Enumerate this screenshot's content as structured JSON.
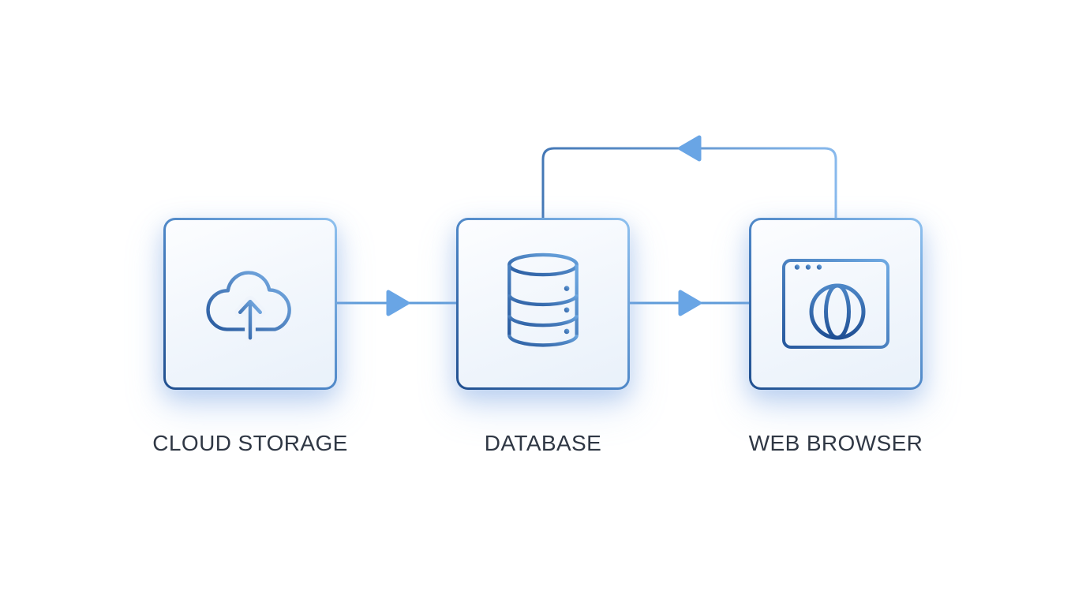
{
  "diagram": {
    "type": "flowchart",
    "background": "#ffffff",
    "nodes": [
      {
        "id": "cloud-storage",
        "label": "CLOUD STORAGE",
        "icon": "cloud-upload-icon"
      },
      {
        "id": "database",
        "label": "DATABASE",
        "icon": "database-icon"
      },
      {
        "id": "web-browser",
        "label": "WEB BROWSER",
        "icon": "browser-globe-icon"
      }
    ],
    "edges": [
      {
        "from": "cloud-storage",
        "to": "database",
        "style": "solid-line-right-arrow"
      },
      {
        "from": "database",
        "to": "web-browser",
        "style": "solid-line-right-arrow"
      },
      {
        "from": "web-browser",
        "to": "database",
        "style": "top-return-loop-left-arrow"
      }
    ],
    "colors": {
      "node_border_dark": "#1f4e8e",
      "node_border_light": "#8fc1ef",
      "node_fill_light": "#fcfdff",
      "node_fill_dark": "#e9f1fa",
      "connector": "#5f9cd9",
      "loop_dark": "#4478b6",
      "loop_light": "#88b9ec",
      "arrowhead": "#69a5e5",
      "icon_stroke_light": "#7db2e8",
      "icon_stroke_dark": "#27599e",
      "label_text": "#2f3744",
      "glow": "rgba(125,165,225,0.40)"
    }
  }
}
